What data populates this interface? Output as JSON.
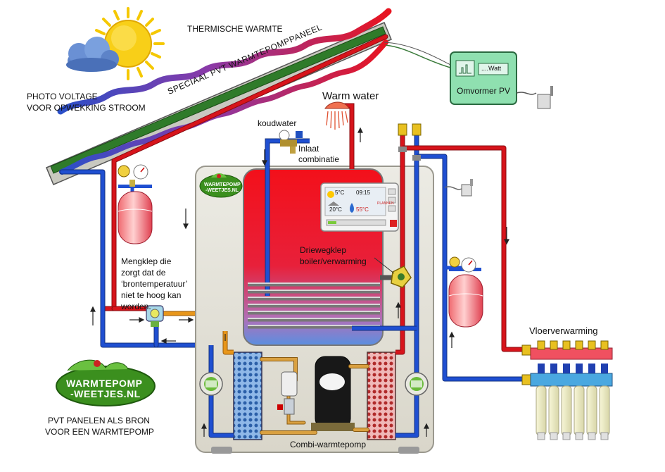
{
  "labels": {
    "thermal_heat": "THERMISCHE WARMTE",
    "panel_title": "SPECIAAL PVT WARMTEPOMPPANEEL",
    "photo_voltage_line1": "PHOTO VOLTAGE",
    "photo_voltage_line2": "VOOR OPWEKKING STROOM",
    "inverter": "Omvormer PV",
    "inverter_display": "....Watt",
    "warm_water": "Warm water",
    "cold_water": "koudwater",
    "inlet_combination_line1": "Inlaat",
    "inlet_combination_line2": "combinatie",
    "mixing_valve_line1": "Mengklep die",
    "mixing_valve_line2": "zorgt dat de",
    "mixing_valve_line3": "‘brontemperatuur’",
    "mixing_valve_line4": "niet te hoog kan",
    "mixing_valve_line5": "worden.",
    "three_way_valve_line1": "Driewegklep",
    "three_way_valve_line2": "boiler/verwarming",
    "floor_heating": "Vloerverwarming",
    "combi_heat_pump": "Combi-warmtepomp",
    "caption_line1": "PVT PANELEN ALS BRON",
    "caption_line2": "VOOR EEN WARMTEPOMP"
  },
  "logos": {
    "big_line1": "WARMTEPOMP",
    "big_line2": "-WEETJES.NL",
    "small_line1": "WARMTEPOMP",
    "small_line2": "-WEETJES.NL"
  },
  "controller": {
    "outdoor_temp": "5°C",
    "time": "09:15",
    "room_temp": "20°C",
    "water_temp": "55°C",
    "label": "PLANNEN"
  },
  "colors": {
    "hot_pipe": "#d7141b",
    "cold_pipe": "#1f4fd1",
    "source_pipe": "#e8961a",
    "tank_hot": "#f3101a",
    "tank_cold": "#5a8fe0",
    "casing": "#e7e4da",
    "inverter_box": "#8fe0b0",
    "logo_green": "#3b8f1e"
  }
}
